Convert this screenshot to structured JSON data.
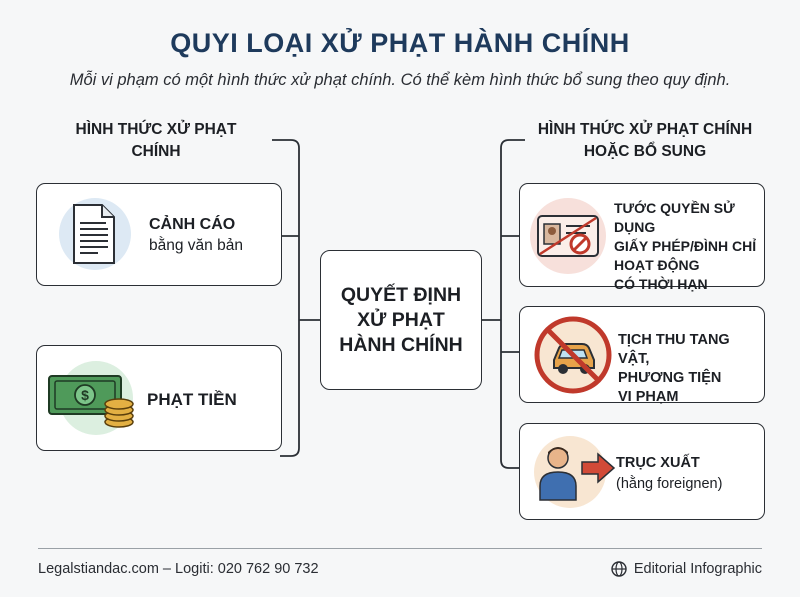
{
  "title": "QUYI LOẠI XỬ PHẠT HÀNH CHÍNH",
  "subtitle": "Mỗi vi phạm có một hình thức xử phạt chính. Có thể kèm hình thức bổ sung theo quy định.",
  "left_header": [
    "HÌNH THỨC XỬ PHẠT",
    "CHÍNH"
  ],
  "right_header": [
    "HÌNH THỨC XỬ PHẠT CHÍNH",
    "HOẶC BỔ SUNG"
  ],
  "center": [
    "QUYẾT ĐỊNH",
    "XỬ PHẠT",
    "HÀNH CHÍNH"
  ],
  "left_items": [
    {
      "title": "CẢNH CÁO",
      "sub": "bằng văn bản",
      "icon": "document-icon"
    },
    {
      "title": "PHẠT TIỀN",
      "icon": "money-coins-icon"
    }
  ],
  "right_items": [
    {
      "lines": [
        "TƯỚC QUYỀN SỬ DỤNG",
        "GIẤY PHÉP/ĐÌNH CHỈ",
        "HOẠT ĐỘNG",
        "CÓ THỜI HẠN"
      ],
      "icon": "revoked-license-icon"
    },
    {
      "lines": [
        "TỊCH THU TANG VẬT,",
        "PHƯƠNG TIỆN",
        "VI PHẠM"
      ],
      "icon": "no-car-icon"
    },
    {
      "title": "TRỤC XUẤT",
      "sub": "(hằng foreignen)",
      "icon": "person-arrow-icon"
    }
  ],
  "footer": {
    "left": "Legalstiandac.com – Logiti: 020 762 90 732",
    "right": "Editorial Infographic",
    "right_icon": "globe-icon"
  },
  "colors": {
    "title": "#1e3a5c",
    "icon_bg_blue": "#dde9f4",
    "icon_bg_green": "#dcefe0",
    "icon_bg_pink": "#f7e0db",
    "icon_bg_peach": "#f8e6d2",
    "prohibit": "#c0392b"
  }
}
